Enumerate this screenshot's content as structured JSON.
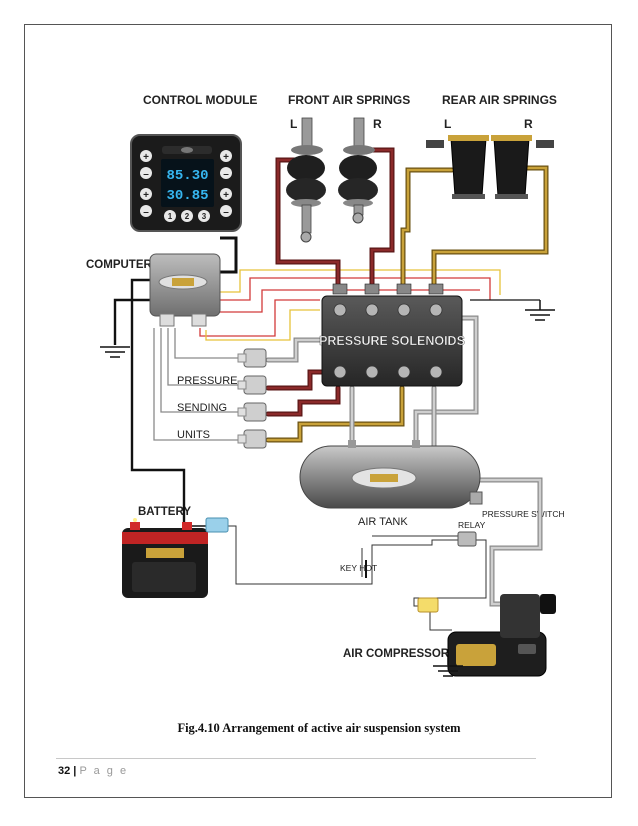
{
  "labels": {
    "control_module": "CONTROL MODULE",
    "front_air_springs": "FRONT AIR SPRINGS",
    "rear_air_springs": "REAR AIR SPRINGS",
    "front_left": "L",
    "front_right": "R",
    "rear_left": "L",
    "rear_right": "R",
    "computer": "COMPUTER",
    "pressure": "PRESSURE",
    "sending": "SENDING",
    "units": "UNITS",
    "pressure_solenoids": "PRESSURE SOLENOIDS",
    "battery": "BATTERY",
    "air_tank": "AIR TANK",
    "pressure_switch": "PRESSURE SWITCH",
    "relay": "RELAY",
    "key_hot": "KEY HOT",
    "air_compressor": "AIR COMPRESSOR"
  },
  "display": {
    "line1": "85.30",
    "line2": "30.85"
  },
  "keypad": [
    "1",
    "2",
    "3"
  ],
  "caption": "Fig.4.10 Arrangement  of active air suspension system",
  "footer": {
    "page_number": "32 |",
    "page_word": "P a g e"
  },
  "colors": {
    "air_line_red": "#6b1f1f",
    "air_line_gold": "#b8902a",
    "air_line_gray": "#9a9a9a",
    "wire_red": "#d23a3a",
    "wire_yellow": "#e6c23a",
    "body_dark": "#1b1b1b",
    "display_blue": "#36b6f0"
  }
}
